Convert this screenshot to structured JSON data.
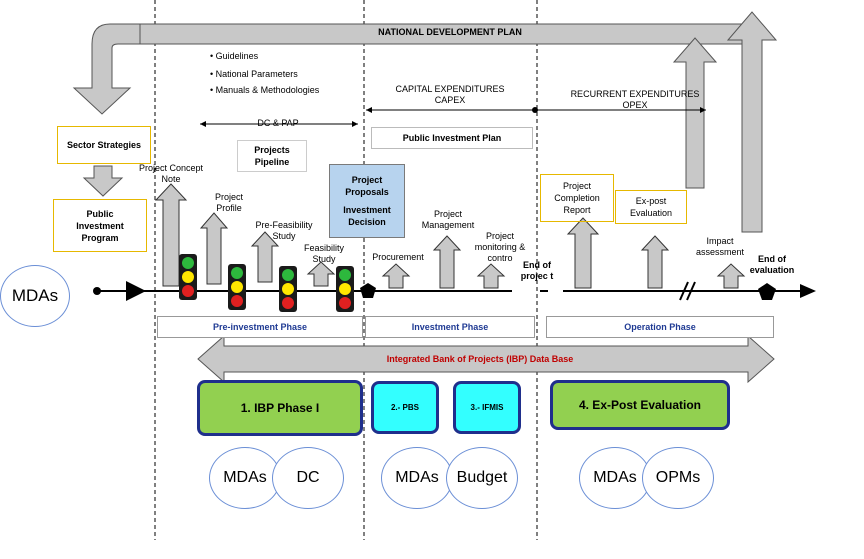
{
  "ndp_title": "NATIONAL DEVELOPMENT PLAN",
  "bullets": [
    "Guidelines",
    "National Parameters",
    "Manuals & Methodologies"
  ],
  "dc_pap": "DC & PAP",
  "projects_pipeline": "Projects Pipeline",
  "capex": "CAPITAL EXPENDITURES CAPEX",
  "opex": "RECURRENT EXPENDITURES OPEX",
  "public_investment_plan": "Public Investment Plan",
  "sector_strategies": "Sector Strategies",
  "public_investment_program": "Public Investment Program",
  "project_proposals": "Project Proposals",
  "investment_decision": "Investment Decision",
  "stages": {
    "concept_note": "Project Concept Note",
    "profile": "Project Profile",
    "prefeasibility": "Pre-Feasibility Study",
    "feasibility": "Feasibility Study",
    "procurement": "Procurement",
    "management": "Project Management",
    "monitoring": "Project monitoring & contro",
    "end_project": "End of projec t",
    "completion": "Project Completion Report",
    "expost": "Ex-post Evaluation",
    "impact": "Impact assessment",
    "end_evaluation": "End of evaluation"
  },
  "mdas_left": "MDAs",
  "phases": {
    "pre": "Pre-investment Phase",
    "inv": "Investment Phase",
    "op": "Operation Phase"
  },
  "ibp_banner": "Integrated Bank of Projects (IBP) Data Base",
  "modules": {
    "ibp1": "1. IBP Phase I",
    "pbs": "2.- PBS",
    "ifmis": "3.- IFMIS",
    "expost": "4. Ex-Post Evaluation"
  },
  "actors": [
    "MDAs",
    "DC",
    "MDAs",
    "Budget",
    "MDAs",
    "OPMs"
  ],
  "colors": {
    "arrow_fill": "#c8c8c8",
    "module_green": "#92d050",
    "module_cyan": "#33ffff",
    "module_border": "#1f2f8c",
    "banner_text": "#c00000",
    "phase_text": "#1f3a93"
  }
}
